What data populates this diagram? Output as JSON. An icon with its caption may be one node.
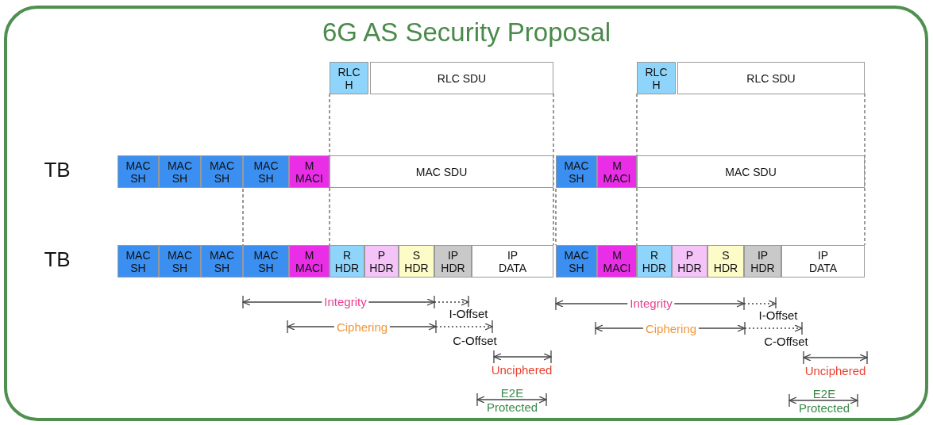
{
  "diagram": {
    "title": "6G AS Security Proposal",
    "nodes": [
      {
        "text": [
          "RLC H"
        ]
      },
      {
        "text": [
          "RLC SDU"
        ]
      },
      {
        "text": [
          "RLC H"
        ]
      },
      {
        "text": [
          "RLC SDU"
        ]
      },
      {
        "text": [
          "MAC SH"
        ]
      },
      {
        "text": [
          "MAC SH"
        ]
      },
      {
        "text": [
          "MAC SH"
        ]
      },
      {
        "text": [
          "MAC SH"
        ]
      },
      {
        "text": [
          "M MACI"
        ]
      },
      {
        "text": [
          "MAC SDU"
        ]
      },
      {
        "text": [
          "MAC SH"
        ]
      },
      {
        "text": [
          "M MACI"
        ]
      },
      {
        "text": [
          "MAC SDU"
        ]
      },
      {
        "text": [
          "MAC SH"
        ]
      },
      {
        "text": [
          "MAC SH"
        ]
      },
      {
        "text": [
          "MAC SH"
        ]
      },
      {
        "text": [
          "MAC SH"
        ]
      },
      {
        "text": [
          "M MACI"
        ]
      },
      {
        "text": [
          "R HDR"
        ]
      },
      {
        "text": [
          "P HDR"
        ]
      },
      {
        "text": [
          "S HDR"
        ]
      },
      {
        "text": [
          "IP HDR"
        ]
      },
      {
        "text": [
          "IP DATA"
        ]
      },
      {
        "text": [
          "MAC SH"
        ]
      },
      {
        "text": [
          "M MACI"
        ]
      },
      {
        "text": [
          "R HDR"
        ]
      },
      {
        "text": [
          "P HDR"
        ]
      },
      {
        "text": [
          "S HDR"
        ]
      },
      {
        "text": [
          "IP HDR"
        ]
      },
      {
        "text": [
          "IP DATA"
        ]
      }
    ],
    "edges": [],
    "labels": [
      "TB",
      "TB",
      "Integrity",
      "I-Offset",
      "Ciphering",
      "C-Offset",
      "Unciphered",
      "E2E Protected",
      "Integrity",
      "I-Offset",
      "Ciphering",
      "C-Offset",
      "Unciphered",
      "E2E Protected"
    ]
  }
}
